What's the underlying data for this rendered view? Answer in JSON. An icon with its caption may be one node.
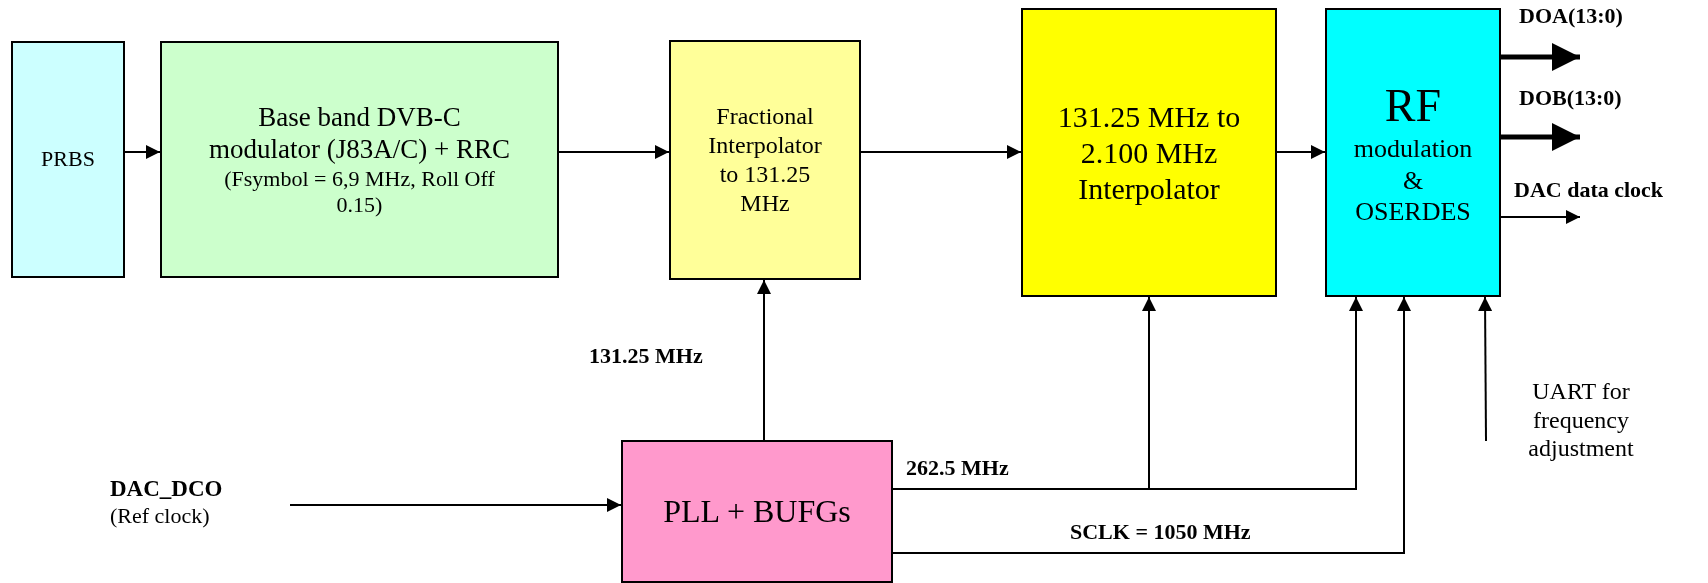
{
  "diagram": {
    "nodes": [
      {
        "text": [
          "PRBS"
        ]
      },
      {
        "text": [
          "Base band DVB-C modulator (J83A/C) + RRC",
          "(Fsymbol = 6,9 MHz, Roll Off 0.15)"
        ]
      },
      {
        "text": [
          "Fractional Interpolator to 131.25 MHz"
        ]
      },
      {
        "text": [
          "131.25 MHz to 2.100 MHz Interpolator"
        ]
      },
      {
        "text": [
          "RF",
          "modulation & OSERDES"
        ]
      },
      {
        "text": [
          "UART for frequency adjustment"
        ]
      },
      {
        "text": [
          "DAC_DCO",
          "(Ref clock)"
        ]
      },
      {
        "text": [
          "PLL + BUFGs"
        ]
      }
    ],
    "edges": [
      {
        "from": 0,
        "to": 1,
        "arrow": "to"
      },
      {
        "from": 1,
        "to": 2,
        "arrow": "to"
      },
      {
        "from": 2,
        "to": 3,
        "arrow": "to"
      },
      {
        "from": 3,
        "to": 4,
        "arrow": "to"
      },
      {
        "from": 4,
        "to": null,
        "arrow": "to",
        "label": "DOA(13:0)",
        "style": "thick"
      },
      {
        "from": 4,
        "to": null,
        "arrow": "to",
        "label": "DOB(13:0)",
        "style": "thick"
      },
      {
        "from": 4,
        "to": null,
        "arrow": "to",
        "label": "DAC data clock"
      },
      {
        "from": 7,
        "to": 2,
        "arrow": "to",
        "label": "131.25 MHz"
      },
      {
        "from": 7,
        "to": 3,
        "arrow": "to",
        "label": "262.5 MHz"
      },
      {
        "from": 7,
        "to": 4,
        "arrow": "to"
      },
      {
        "from": 7,
        "to": 4,
        "arrow": "to",
        "label": "SCLK = 1050 MHz"
      },
      {
        "from": 6,
        "to": 7,
        "arrow": "to"
      },
      {
        "from": 5,
        "to": 4,
        "arrow": "to"
      }
    ]
  }
}
